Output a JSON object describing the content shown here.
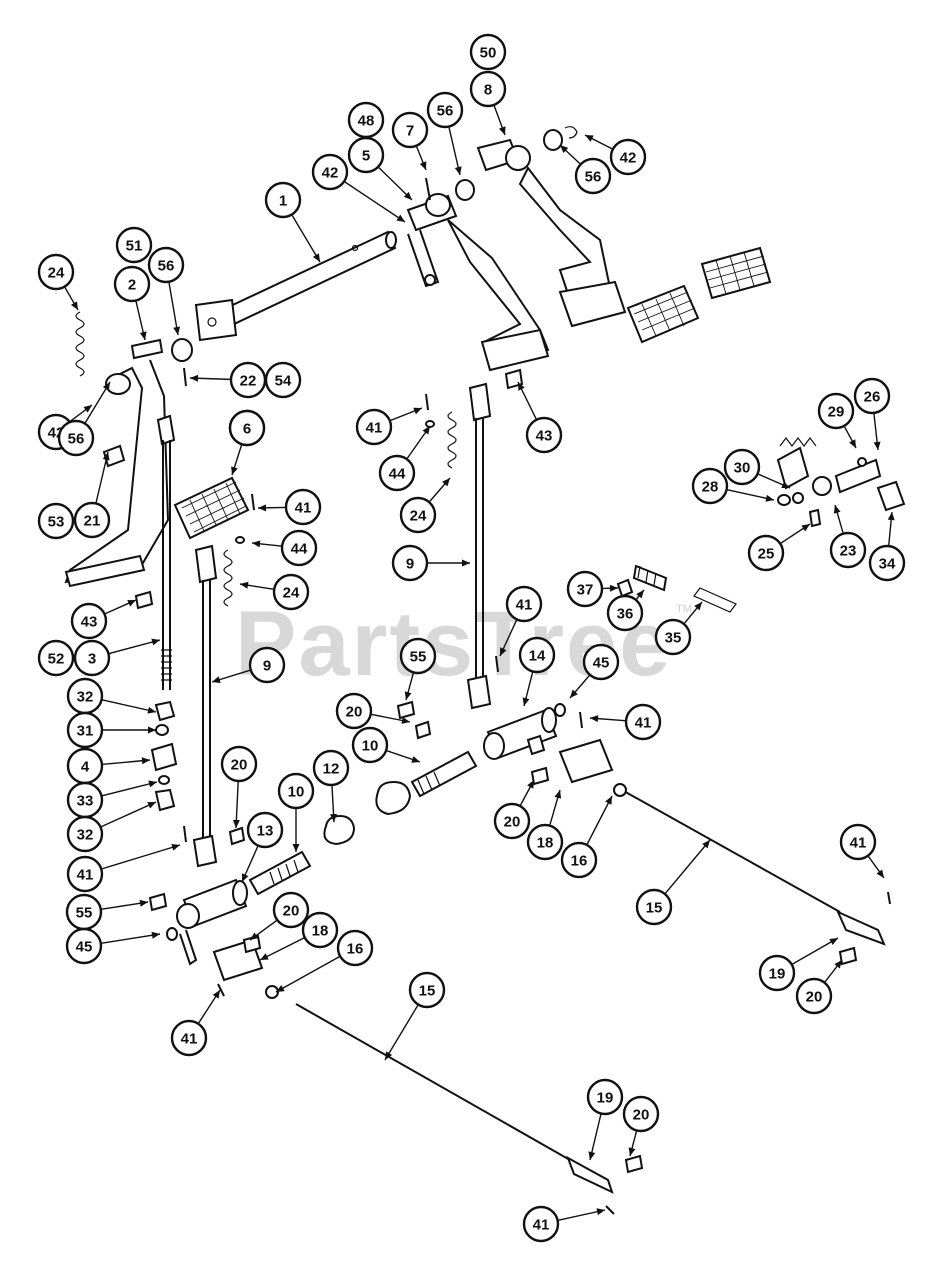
{
  "watermark": {
    "text": "PartsTree",
    "tm": "TM"
  },
  "callouts": [
    "50",
    "8",
    "42",
    "56",
    "48",
    "7",
    "56",
    "5",
    "42",
    "1",
    "51",
    "24",
    "2",
    "56",
    "22",
    "54",
    "42",
    "56",
    "21",
    "53",
    "6",
    "41",
    "44",
    "24",
    "43",
    "52",
    "3",
    "9",
    "32",
    "31",
    "4",
    "33",
    "32",
    "41",
    "20",
    "13",
    "10",
    "12",
    "55",
    "45",
    "20",
    "18",
    "16",
    "41",
    "15",
    "19",
    "20",
    "41",
    "6",
    "41",
    "43",
    "44",
    "24",
    "9",
    "41",
    "55",
    "20",
    "10",
    "14",
    "45",
    "41",
    "20",
    "18",
    "16",
    "15",
    "41",
    "19",
    "20",
    "37",
    "36",
    "35",
    "26",
    "29",
    "30",
    "28",
    "23",
    "25",
    "34"
  ]
}
